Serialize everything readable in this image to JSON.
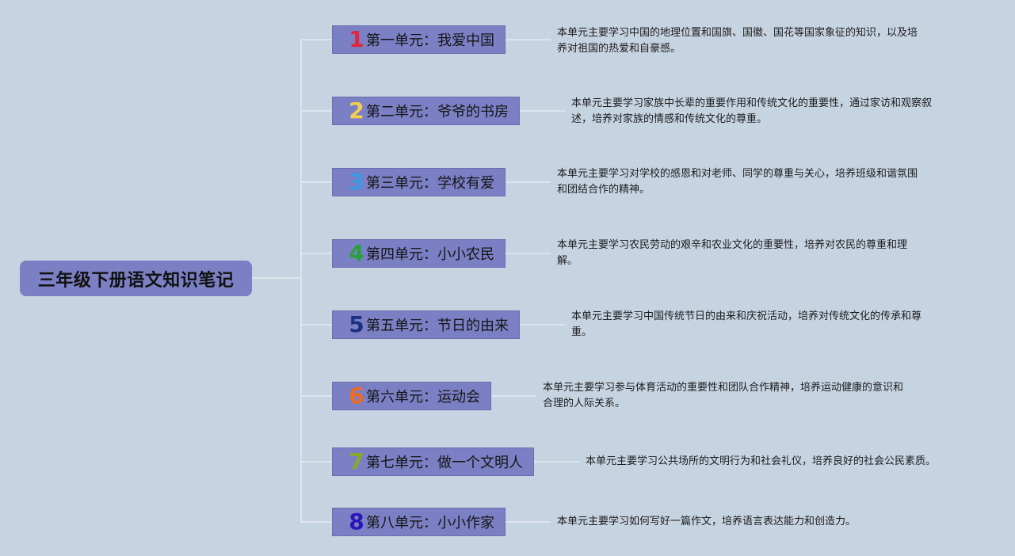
{
  "root": {
    "title": "三年级下册语文知识笔记"
  },
  "units": [
    {
      "num": "1",
      "num_color": "#e0263a",
      "title": "第一单元：我爱中国",
      "desc_lines": [
        "本单元主要学习中国的地理位置和国旗、国徽、国花等国家象征的知识，以及培",
        "养对祖国的热爱和自豪感。"
      ]
    },
    {
      "num": "2",
      "num_color": "#f2cf50",
      "title": "第二单元：爷爷的书房",
      "desc_lines": [
        "本单元主要学习家族中长辈的重要作用和传统文化的重要性，通过家访和观察叙",
        "述，培养对家族的情感和传统文化的尊重。"
      ]
    },
    {
      "num": "3",
      "num_color": "#3a9ae8",
      "title": "第三单元：学校有爱",
      "desc_lines": [
        "本单元主要学习对学校的感恩和对老师、同学的尊重与关心，培养班级和谐氛围",
        "和团结合作的精神。"
      ]
    },
    {
      "num": "4",
      "num_color": "#27a23b",
      "title": "第四单元：小小农民",
      "desc_lines": [
        "本单元主要学习农民劳动的艰辛和农业文化的重要性，培养对农民的尊重和理",
        "解。"
      ]
    },
    {
      "num": "5",
      "num_color": "#1d2f80",
      "title": "第五单元：节日的由来",
      "desc_lines": [
        "本单元主要学习中国传统节日的由来和庆祝活动，培养对传统文化的传承和尊",
        "重。"
      ]
    },
    {
      "num": "6",
      "num_color": "#f06a22",
      "title": "第六单元：运动会",
      "desc_lines": [
        "本单元主要学习参与体育活动的重要性和团队合作精神，培养运动健康的意识和",
        "合理的人际关系。"
      ]
    },
    {
      "num": "7",
      "num_color": "#8aa82a",
      "title": "第七单元：做一个文明人",
      "desc_lines": [
        "本单元主要学习公共场所的文明行为和社会礼仪，培养良好的社会公民素质。"
      ]
    },
    {
      "num": "8",
      "num_color": "#2b16b8",
      "title": "第八单元：小小作家",
      "desc_lines": [
        "本单元主要学习如何写好一篇作文，培养语言表达能力和创造力。"
      ]
    }
  ],
  "colors": {
    "background": "#c6d3e1",
    "node": "#7b7fc4",
    "connector": "#e4ebf3"
  }
}
